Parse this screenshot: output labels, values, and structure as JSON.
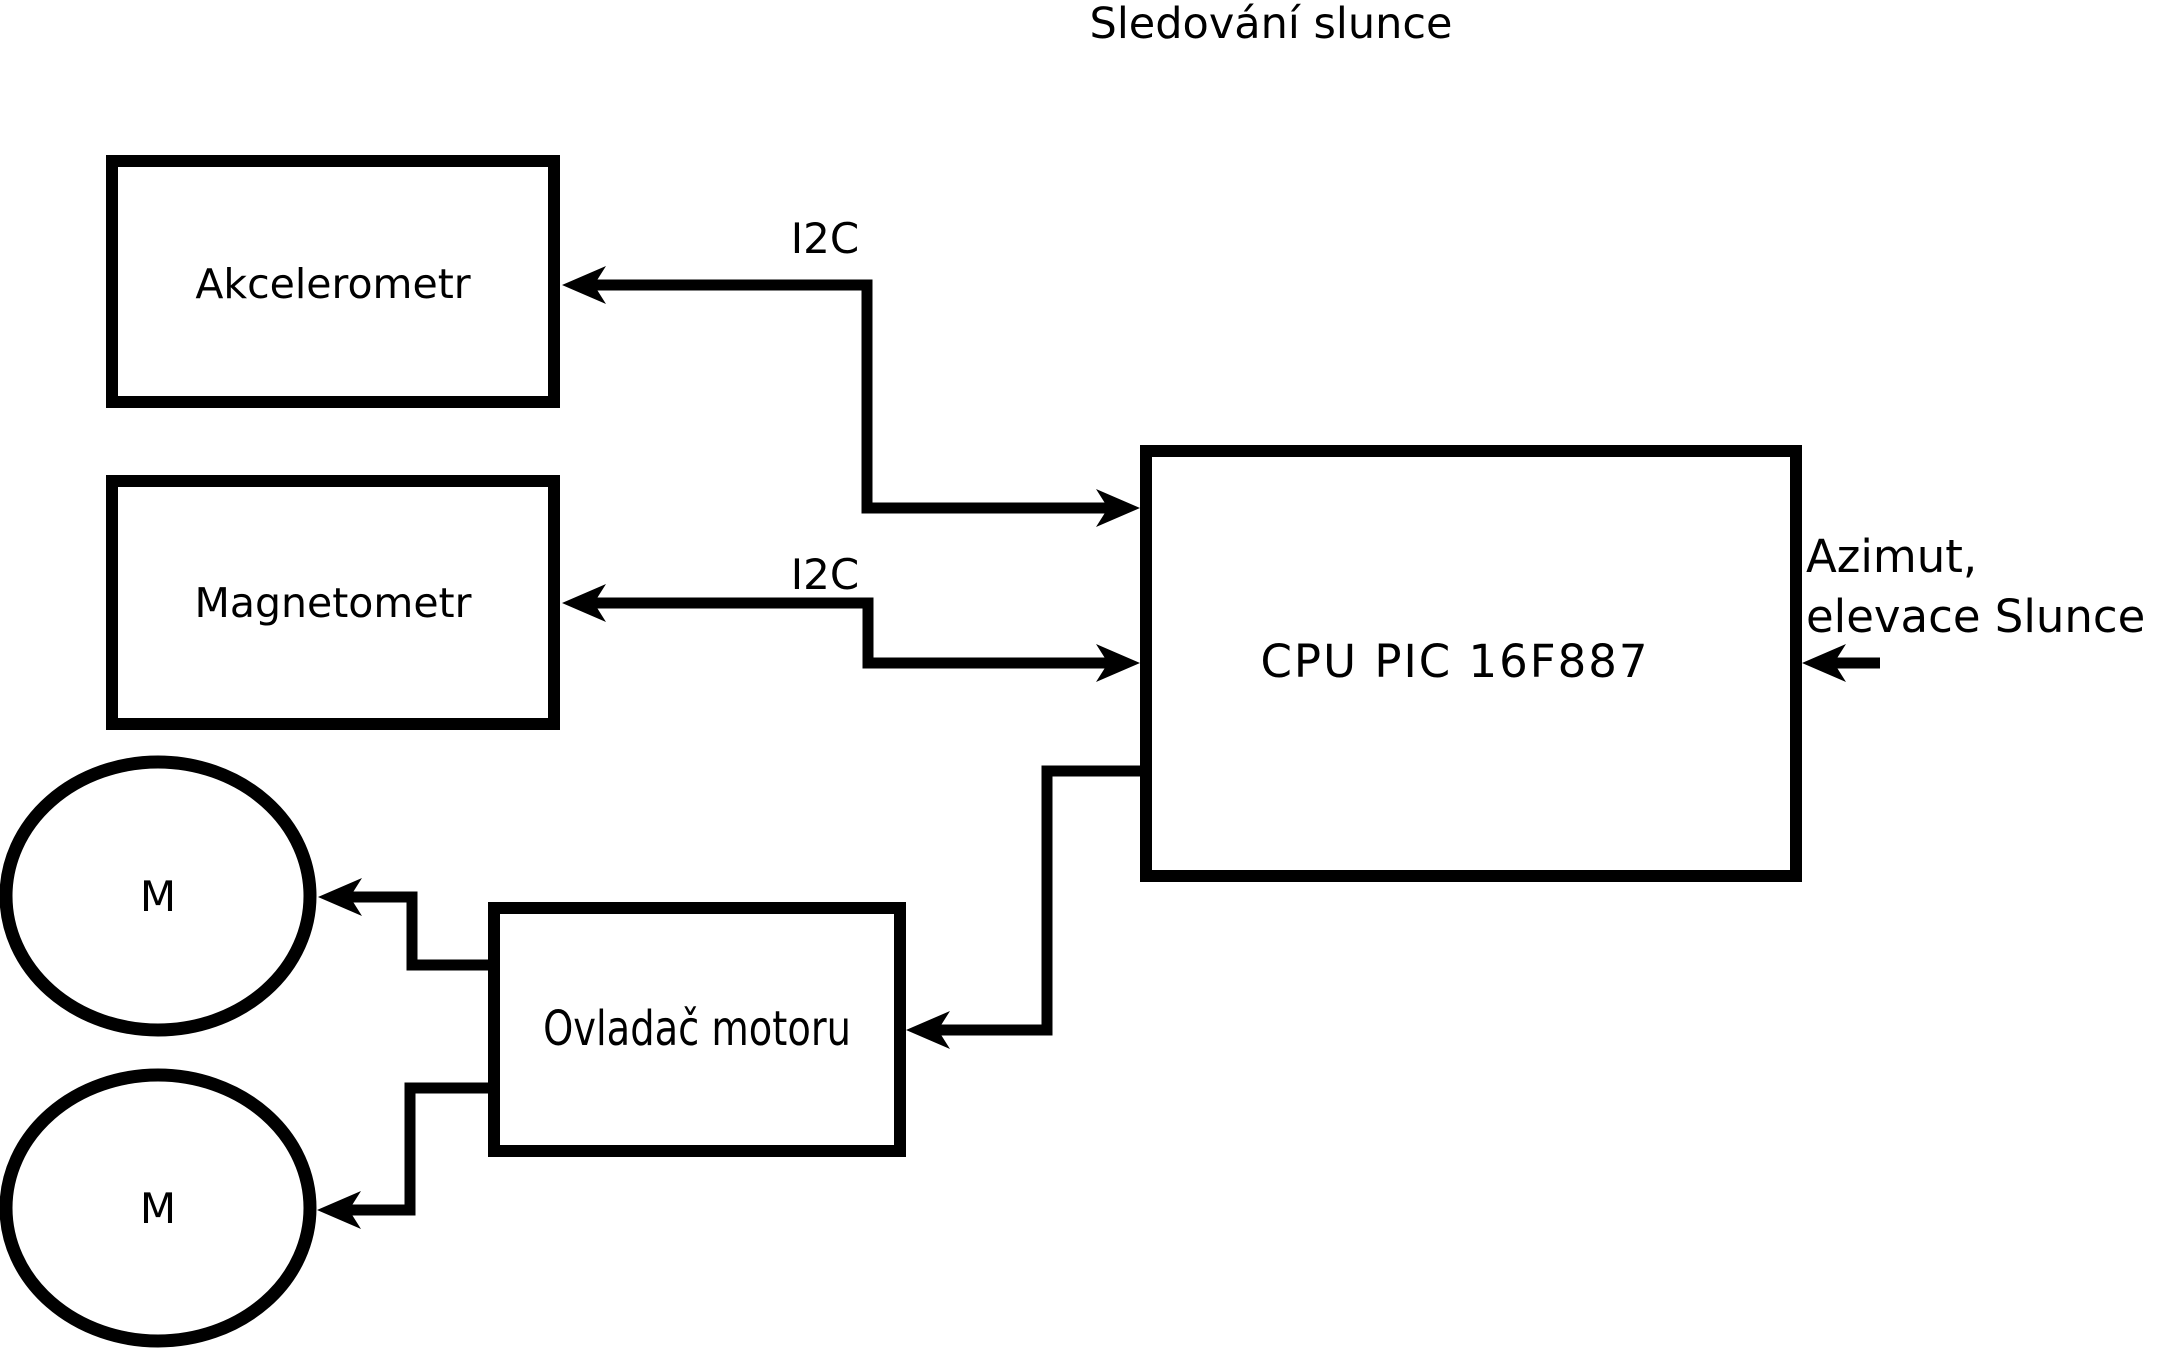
{
  "title": "Sledování slunce",
  "nodes": {
    "akcelerometr": {
      "label": "Akcelerometr"
    },
    "magnetometr": {
      "label": "Magnetometr"
    },
    "cpu": {
      "label": "CPU PIC 16F887"
    },
    "ovladac": {
      "label": "Ovladač motoru"
    },
    "motor1": {
      "label": "M"
    },
    "motor2": {
      "label": "M"
    }
  },
  "wires": {
    "i2c_akcelerometr": {
      "label": "I2C"
    },
    "i2c_magnetometr": {
      "label": "I2C"
    },
    "azimut": {
      "label_line1": "Azimut,",
      "label_line2": "elevace Slunce"
    }
  },
  "colors": {
    "ink": "#000000",
    "background": "#ffffff"
  }
}
